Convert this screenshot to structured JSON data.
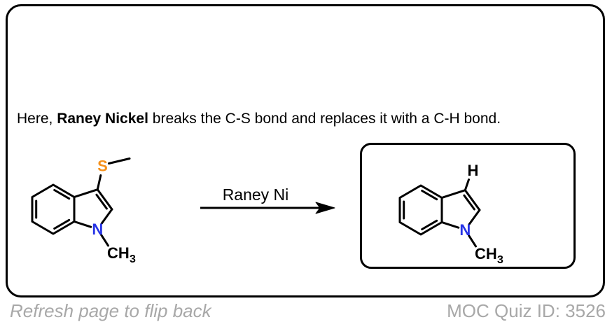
{
  "card": {
    "sentence": {
      "prefix": "Here, ",
      "bold": "Raney Nickel",
      "suffix": " breaks the C-S bond and replaces it with a C-H bond."
    },
    "reaction": {
      "reagent_label": "Raney Ni",
      "reactant": {
        "sulfur_label": "S",
        "nitrogen_label": "N",
        "n_methyl": "CH",
        "n_methyl_sub": "3"
      },
      "product": {
        "hydrogen_label": "H",
        "nitrogen_label": "N",
        "n_methyl": "CH",
        "n_methyl_sub": "3"
      }
    }
  },
  "footer": {
    "flip_hint": "Refresh page to flip back",
    "quiz_id": "MOC Quiz ID: 3526"
  },
  "colors": {
    "sulfur": "#F5921E",
    "nitrogen": "#2633E6",
    "muted_text": "#A8A8A8",
    "line": "#000000"
  }
}
